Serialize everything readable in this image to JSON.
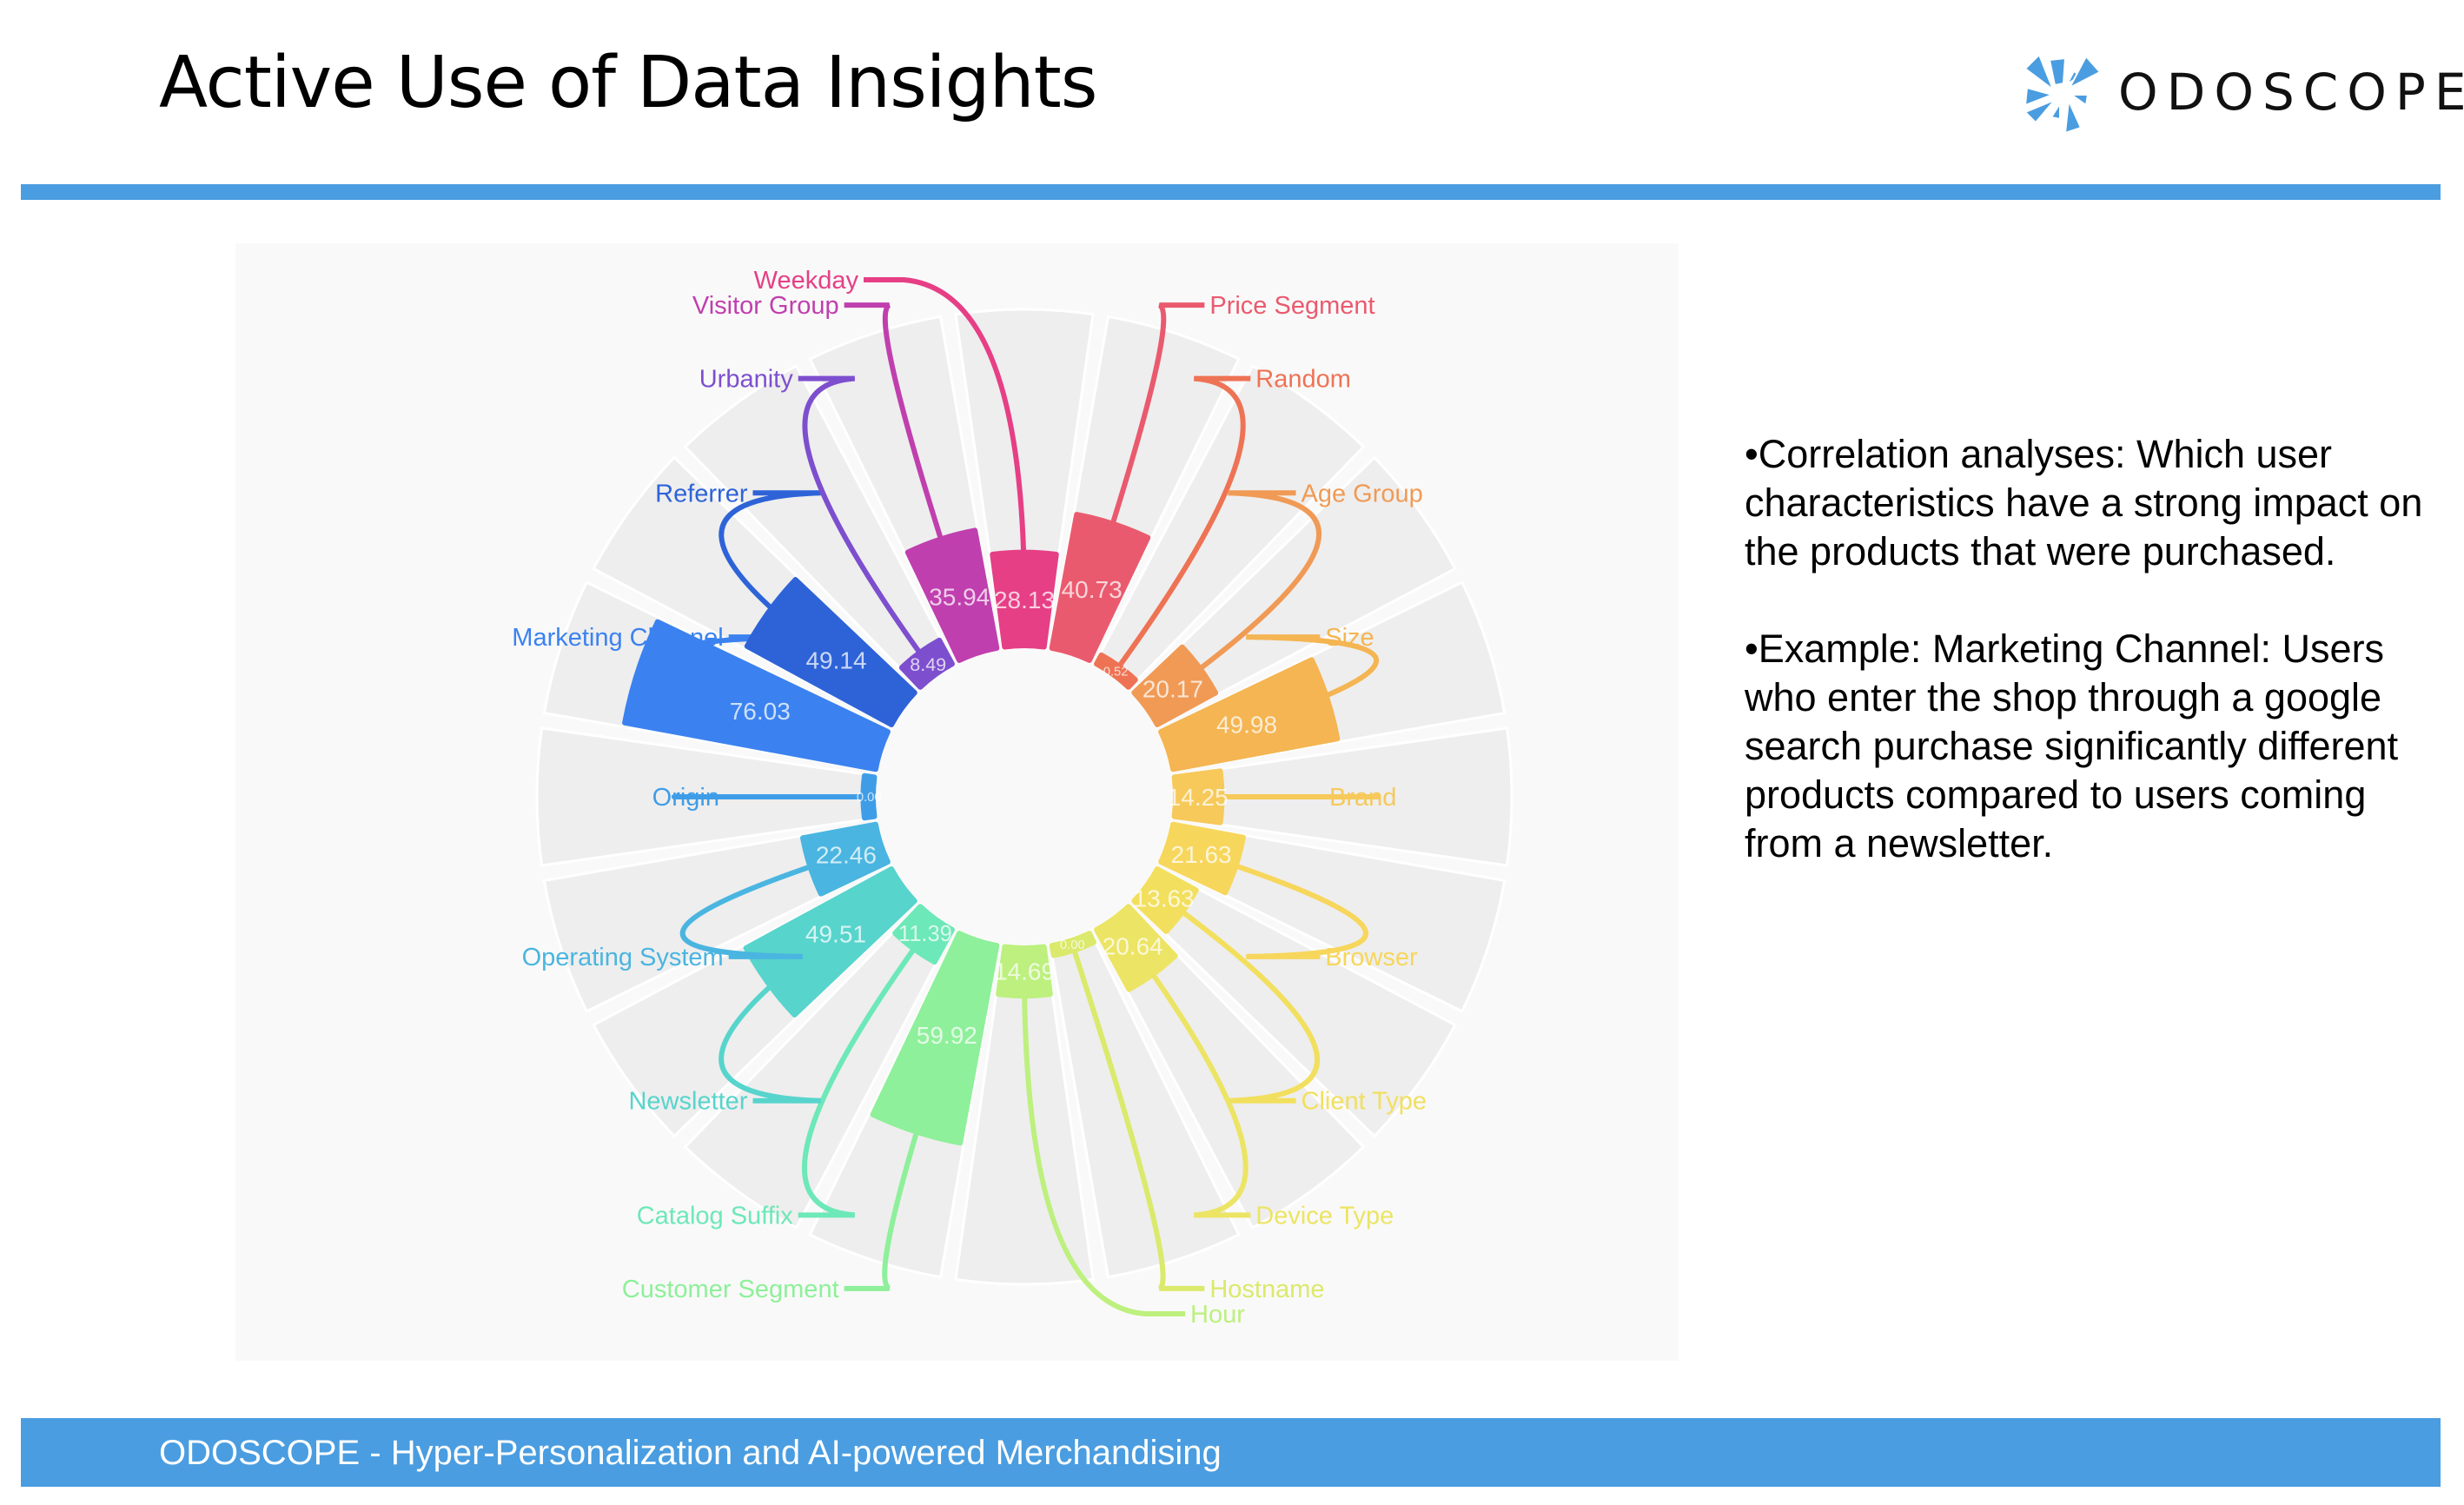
{
  "header": {
    "title": "Active Use of Data Insights",
    "logo_text": "ODOSCOPE"
  },
  "bullets": [
    "•Correlation analyses: Which user characteristics have a strong impact on the products that were purchased.",
    "•Example: Marketing Channel: Users who enter the shop through a google search purchase significantly different products compared to users coming from a newsletter."
  ],
  "footer": {
    "text": "ODOSCOPE - Hyper-Personalization and AI-powered Merchandising"
  },
  "colors": {
    "accent": "#4a9de0",
    "track": "#eeeeee"
  },
  "chart_data": {
    "type": "bar",
    "subtype": "radial",
    "ylim": [
      0,
      100
    ],
    "categories": [
      "Weekday",
      "Price Segment",
      "Random",
      "Age Group",
      "Size",
      "Brand",
      "Browser",
      "Client Type",
      "Device Type",
      "Hostname",
      "Hour",
      "Customer Segment",
      "Catalog Suffix",
      "Newsletter",
      "Operating System",
      "Origin",
      "Marketing Channel",
      "Referrer",
      "Urbanity",
      "Visitor Group"
    ],
    "values": [
      28.13,
      40.73,
      0.52,
      20.17,
      49.98,
      14.25,
      21.63,
      13.63,
      20.64,
      0.0,
      14.69,
      59.92,
      11.39,
      49.51,
      22.46,
      0.0,
      76.03,
      49.14,
      8.49,
      35.94
    ],
    "value_labels": [
      "28.13",
      "40.73",
      "0.52",
      "20.17",
      "49.98",
      "14.25",
      "21.63",
      "13.63",
      "20.64",
      "0.00",
      "14.69",
      "59.92",
      "11.39",
      "49.51",
      "22.46",
      "0.00",
      "76.03",
      "49.14",
      "8.49",
      "35.94"
    ],
    "colors": [
      "#e63f86",
      "#ea5a6e",
      "#ee7355",
      "#f09a55",
      "#f4b552",
      "#f6c95a",
      "#f7d65c",
      "#f2df5e",
      "#ece464",
      "#dbe96c",
      "#bdf07e",
      "#8ef09a",
      "#6de8b8",
      "#57d4cc",
      "#4ab5e0",
      "#3f9de8",
      "#3b82f0",
      "#2e63d8",
      "#7d4fce",
      "#c03fae"
    ]
  }
}
